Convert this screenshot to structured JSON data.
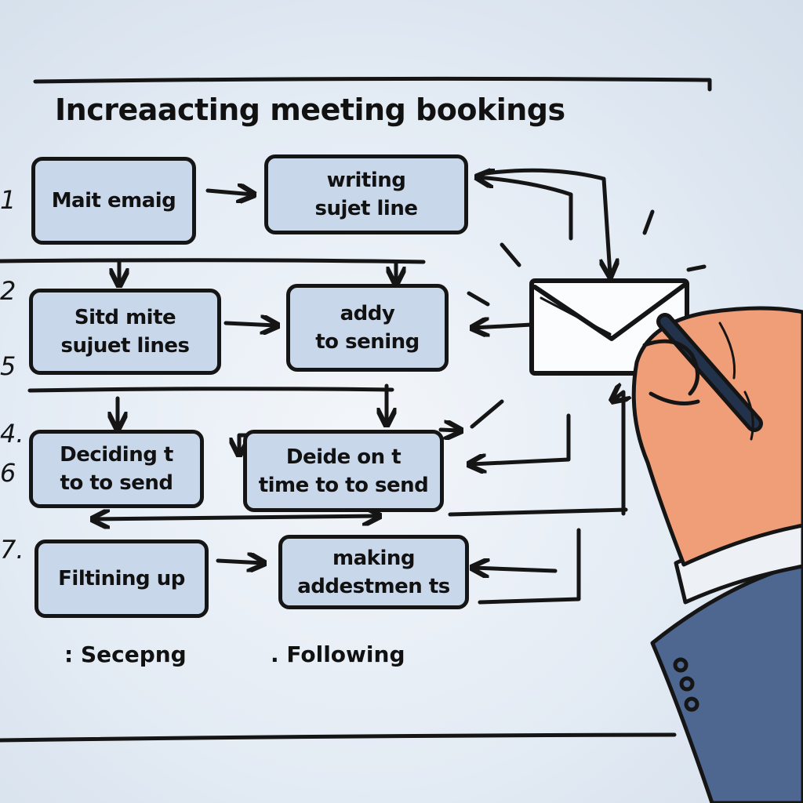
{
  "diagram": {
    "title": "Increaacting meeting bookings",
    "row_numbers": [
      "1",
      "2",
      "5",
      "4.",
      "6",
      "7."
    ],
    "boxes": [
      {
        "lines": [
          "Mait emaig"
        ]
      },
      {
        "lines": [
          "writing",
          "sujet line"
        ]
      },
      {
        "lines": [
          "Sitd mite",
          "sujuet lines"
        ]
      },
      {
        "lines": [
          "addy",
          "to sening"
        ]
      },
      {
        "lines": [
          "Deciding t",
          "to to send"
        ]
      },
      {
        "lines": [
          "Deide on t",
          "time to to send"
        ]
      },
      {
        "lines": [
          "Filtining up"
        ]
      },
      {
        "lines": [
          "making",
          "addestmen ts"
        ]
      }
    ],
    "footer": {
      "left": ": Secepng",
      "right": ". Following"
    }
  },
  "colors": {
    "ink": "#151515",
    "box_fill": "#c9d7ea",
    "skin": "#ef9e78",
    "suit": "#4e6790",
    "cuff": "#edf1f6"
  },
  "icons": [
    "envelope-icon",
    "hand-with-pen"
  ]
}
